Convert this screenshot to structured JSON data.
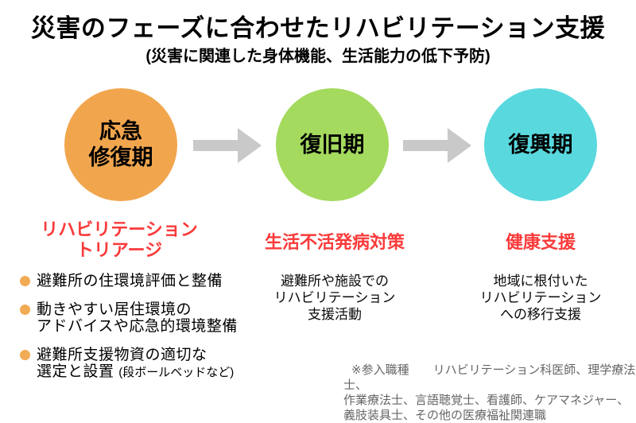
{
  "title": "災害のフェーズに合わせたリハビリテーション支援",
  "subtitle": "(災害に関連した身体機能、生活能力の低下予防)",
  "colors": {
    "phase1_circle": "#F1A64E",
    "phase2_circle": "#A4DA5E",
    "phase3_circle": "#59D8DE",
    "arrow": "#C9C9C9",
    "accent_red": "#FA3A3A",
    "bullet_dot": "#F2AB55",
    "footnote_gray": "#666666"
  },
  "phases": [
    {
      "name": "応急\n修復期",
      "label": "リハビリテーション\nトリアージ",
      "bullets": [
        {
          "text": "避難所の住環境評価と整備"
        },
        {
          "text": "動きやすい居住環境の\nアドバイスや応急的環境整備"
        },
        {
          "text": "避難所支援物資の適切な\n選定と設置",
          "note": "(段ボールベッドなど)"
        }
      ]
    },
    {
      "name": "復旧期",
      "label": "生活不活発病対策",
      "description": "避難所や施設での\nリハビリテーション\n支援活動"
    },
    {
      "name": "復興期",
      "label": "健康支援",
      "description": "地域に根付いた\nリハビリテーション\nへの移行支援"
    }
  ],
  "icons": {
    "arrow": "right-arrow"
  },
  "footnote": "※参入職種　　リハビリテーション科医師、理学療法士、\n作業療法士、言語聴覚士、看護師、ケアマネジャー、\n義肢装具士、その他の医療福祉関連職"
}
